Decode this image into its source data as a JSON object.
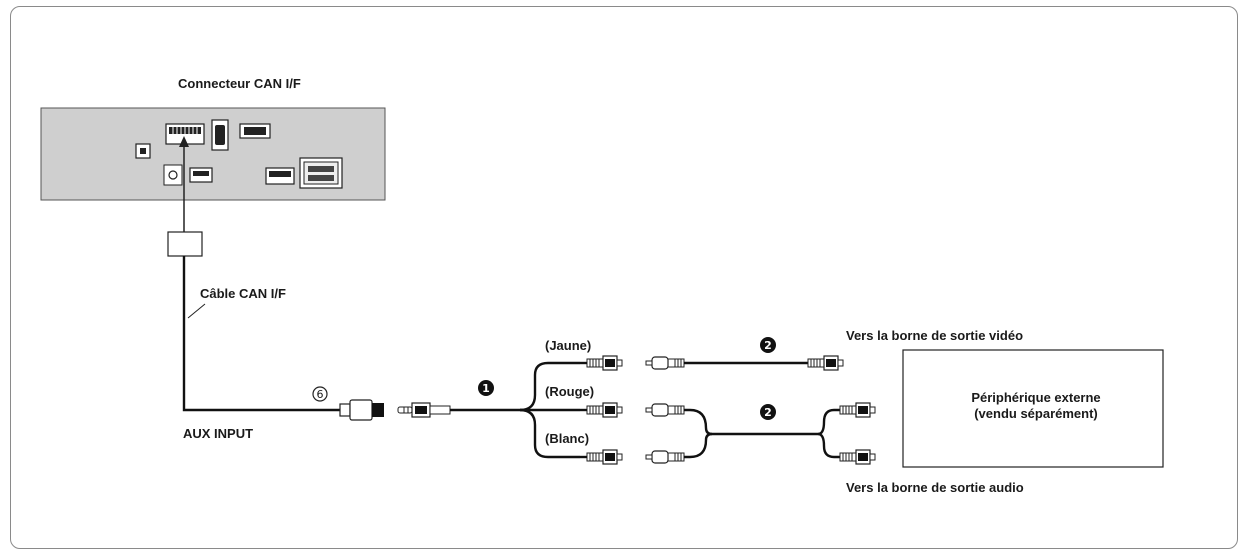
{
  "labels": {
    "can_connector": "Connecteur CAN I/F",
    "can_cable": "Câble CAN I/F",
    "aux_input": "AUX INPUT",
    "yellow": "(Jaune)",
    "red": "(Rouge)",
    "white": "(Blanc)",
    "video_out": "Vers la borne de sortie vidéo",
    "audio_out": "Vers la borne de sortie audio",
    "device_line1": "Périphérique externe",
    "device_line2": "(vendu séparément)"
  },
  "markers": {
    "one": "1",
    "two_video": "2",
    "two_audio": "2",
    "six": "6"
  }
}
